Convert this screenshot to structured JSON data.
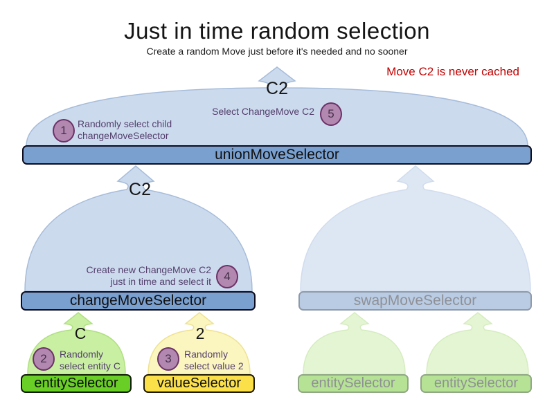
{
  "header": {
    "title": "Just in time random selection",
    "subtitle": "Create a random Move just before it's needed and no sooner",
    "note": "Move C2 is never cached"
  },
  "outputs": {
    "union": "C2",
    "change": "C2",
    "entity": "C",
    "value": "2"
  },
  "bars": {
    "union": "unionMoveSelector",
    "change": "changeMoveSelector",
    "swap": "swapMoveSelector",
    "entity": "entitySelector",
    "value": "valueSelector",
    "entity_faded_left": "entitySelector",
    "entity_faded_right": "entitySelector"
  },
  "steps": [
    {
      "num": "1",
      "line1": "Randomly select child",
      "line2": "changeMoveSelector"
    },
    {
      "num": "2",
      "line1": "Randomly",
      "line2": "select entity C"
    },
    {
      "num": "3",
      "line1": "Randomly",
      "line2": "select value 2"
    },
    {
      "num": "4",
      "line1": "Create new ChangeMove C2",
      "line2": "just in time and select it"
    },
    {
      "num": "5",
      "line1": "Select ChangeMove C2"
    }
  ],
  "colors": {
    "note_red": "#c00000",
    "active_bar_blue": "#7aa0d0",
    "funnel_blue": "#ccdaee",
    "faded_funnel_blue": "#dde6f3",
    "entity_bar_green": "#69ce25",
    "value_bar_yellow": "#fbe04a",
    "funnel_green": "#c9efa3",
    "funnel_yellow": "#fbf5c0",
    "faded_funnel_green": "#e4f5d3",
    "step_circle_purple": "#b288b0",
    "annotation_purple": "#533f6b",
    "faded_text_gray": "#8f9095"
  }
}
